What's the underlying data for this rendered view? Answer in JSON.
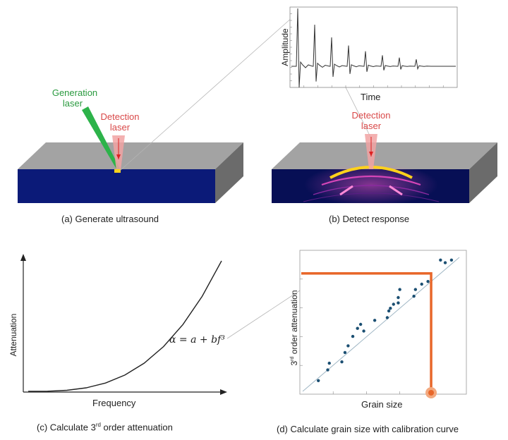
{
  "panel_a": {
    "generation_label_1": "Generation",
    "generation_label_2": "laser",
    "detection_label_1": "Detection",
    "detection_label_2": "laser",
    "caption": "(a) Generate ultrasound"
  },
  "panel_b": {
    "detection_label_1": "Detection",
    "detection_label_2": "laser",
    "caption": "(b) Detect response"
  },
  "signal_plot": {
    "xlabel": "Time",
    "ylabel": "Amplitude"
  },
  "panel_c": {
    "xlabel": "Frequency",
    "ylabel": "Attenuation",
    "equation": "α = a + bf³",
    "caption_pre": "(c) Calculate 3",
    "caption_sup": "rd",
    "caption_post": " order attenuation"
  },
  "panel_d": {
    "xlabel": "Grain size",
    "ylabel_pre": "3",
    "ylabel_sup": "rd",
    "ylabel_post": " order attenuation",
    "caption": "(d) Calculate grain size with calibration curve"
  },
  "colors": {
    "generation_laser": "#2db34a",
    "detection_laser": "#e06666",
    "block_face": "#0b1a78",
    "block_top": "#9e9e9e",
    "block_side": "#6f6f6f",
    "calibration_path": "#e8672a",
    "points": "#1b4f72"
  },
  "chart_data": [
    {
      "type": "line",
      "title": "",
      "xlabel": "Time",
      "ylabel": "Amplitude",
      "description_series": "decaying ultrasonic echo pulses",
      "pulse_times": [
        1,
        2,
        3,
        4,
        5,
        6,
        7,
        8
      ],
      "pulse_amplitudes": [
        1.0,
        0.72,
        0.5,
        0.36,
        0.26,
        0.19,
        0.15,
        0.12
      ]
    },
    {
      "type": "line",
      "title": "",
      "xlabel": "Frequency",
      "ylabel": "Attenuation",
      "annotation": "α = a + bf³",
      "x": [
        0,
        0.1,
        0.2,
        0.3,
        0.4,
        0.5,
        0.6,
        0.7,
        0.8,
        0.9,
        1.0
      ],
      "y": [
        0.0,
        0.001,
        0.008,
        0.027,
        0.064,
        0.125,
        0.216,
        0.343,
        0.512,
        0.729,
        1.0
      ]
    },
    {
      "type": "scatter",
      "title": "",
      "xlabel": "Grain size",
      "ylabel": "3rd order attenuation",
      "grid": false,
      "points": [
        [
          0.1,
          0.08
        ],
        [
          0.16,
          0.16
        ],
        [
          0.17,
          0.21
        ],
        [
          0.25,
          0.22
        ],
        [
          0.27,
          0.29
        ],
        [
          0.29,
          0.34
        ],
        [
          0.32,
          0.41
        ],
        [
          0.35,
          0.47
        ],
        [
          0.37,
          0.5
        ],
        [
          0.39,
          0.45
        ],
        [
          0.46,
          0.53
        ],
        [
          0.54,
          0.55
        ],
        [
          0.55,
          0.6
        ],
        [
          0.56,
          0.62
        ],
        [
          0.58,
          0.65
        ],
        [
          0.61,
          0.66
        ],
        [
          0.61,
          0.7
        ],
        [
          0.62,
          0.76
        ],
        [
          0.71,
          0.71
        ],
        [
          0.72,
          0.76
        ],
        [
          0.76,
          0.8
        ],
        [
          0.8,
          0.82
        ],
        [
          0.88,
          0.98
        ],
        [
          0.91,
          0.96
        ],
        [
          0.95,
          0.98
        ]
      ],
      "calibration_line": [
        [
          0,
          0
        ],
        [
          1,
          1
        ]
      ],
      "lookup": {
        "attenuation": 0.88,
        "grain_size": 0.82
      }
    }
  ]
}
